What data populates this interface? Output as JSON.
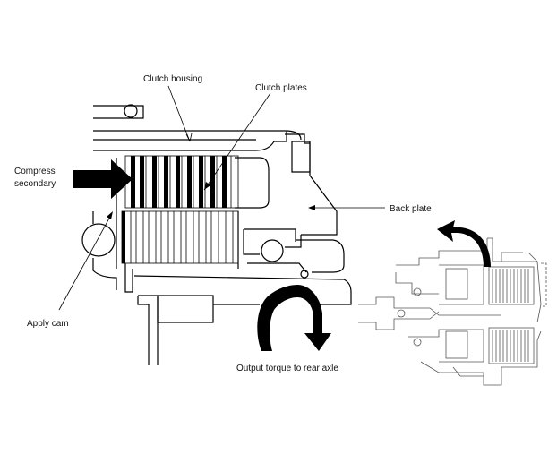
{
  "labels": {
    "clutch_housing": "Clutch housing",
    "clutch_plates": "Clutch plates",
    "compress_line1": "Compress",
    "compress_line2": "secondary",
    "back_plate": "Back plate",
    "apply_cam": "Apply cam",
    "output_torque": "Output torque to rear axle"
  },
  "colors": {
    "ink": "#000000",
    "paper": "#ffffff",
    "inset": "#555555"
  },
  "icons": {
    "compress_arrow": "bold-right-arrow",
    "output_arrow": "curved-torque-arrow",
    "inset_arrow": "curved-arrow"
  }
}
